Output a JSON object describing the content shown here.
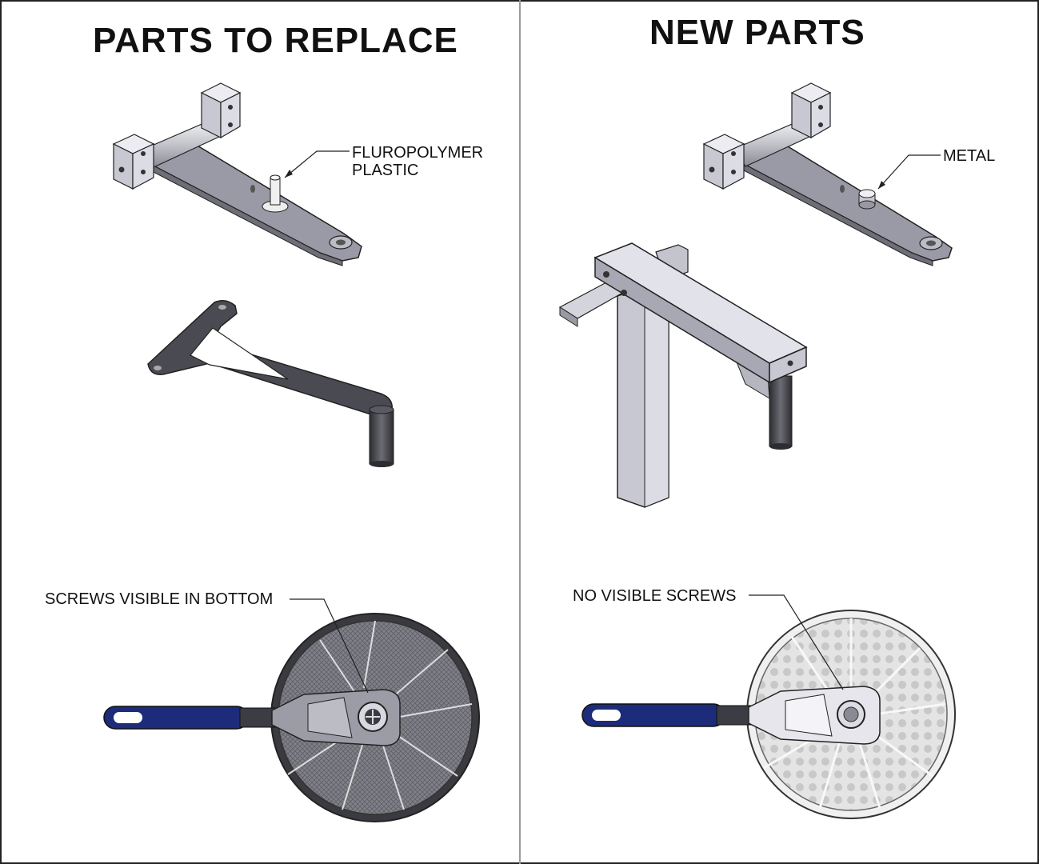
{
  "left_panel": {
    "title": "PARTS TO REPLACE",
    "callout_material_line1": "FLUROPOLYMER",
    "callout_material_line2": "PLASTIC",
    "callout_screws": "SCREWS VISIBLE IN BOTTOM"
  },
  "right_panel": {
    "title": "NEW PARTS",
    "callout_material": "METAL",
    "callout_screws": "NO VISIBLE SCREWS"
  },
  "colors": {
    "bar_gray": "#9a9aa6",
    "block_light": "#d8d8e2",
    "bracket_dark": "#4a4a52",
    "handle_blue": "#1c2c7a",
    "screen_dark": "#7c7c84",
    "screen_light": "#dcdcdc"
  }
}
